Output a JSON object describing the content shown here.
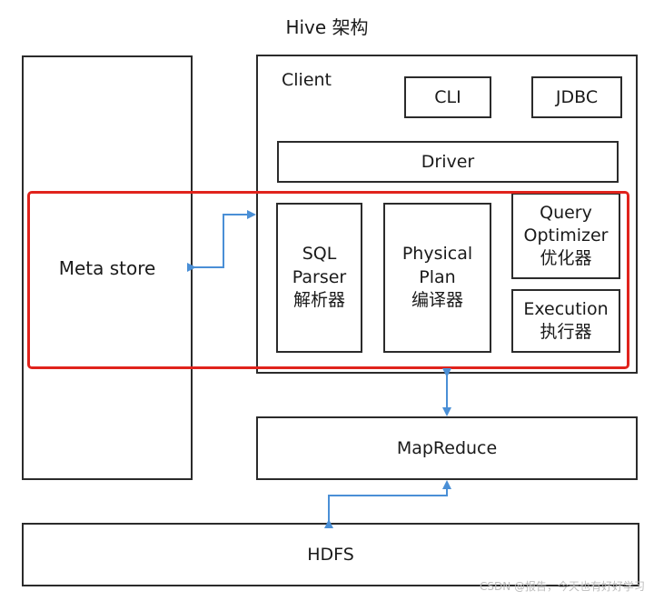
{
  "title": "Hive 架构",
  "metastore": "Meta store",
  "client": {
    "label": "Client",
    "cli": "CLI",
    "jdbc": "JDBC",
    "driver": "Driver",
    "sql_parser": [
      "SQL",
      "Parser",
      "解析器"
    ],
    "physical_plan": [
      "Physical",
      "Plan",
      "编译器"
    ],
    "query_optimizer": [
      "Query",
      "Optimizer",
      "优化器"
    ],
    "execution": [
      "Execution",
      "执行器"
    ]
  },
  "mapreduce": "MapReduce",
  "hdfs": "HDFS",
  "watermark": "CSDN @报告，今天也有好好学习",
  "colors": {
    "highlight": "#e0231c",
    "arrow": "#4a8fd6",
    "border": "#2b2b2b"
  }
}
